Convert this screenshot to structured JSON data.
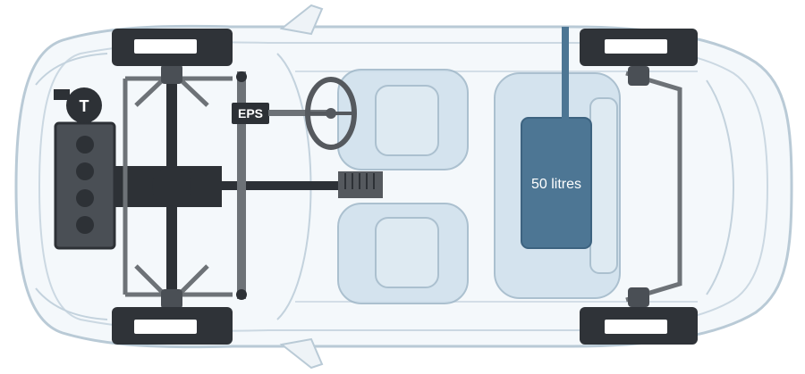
{
  "diagram": {
    "labels": {
      "eps": "EPS",
      "tank": "50 litres",
      "turbo": "T"
    },
    "colors": {
      "body_outline": "#b9cad6",
      "body_fill": "#f4f8fb",
      "drivetrain": "#2d3136",
      "drivetrain_mid": "#4a4f55",
      "seat_fill": "#cfe0ec",
      "seat_stroke": "#9fb7c8",
      "tank_fill": "#4d7694",
      "steering": "#55595e",
      "suspension": "#6d7277",
      "tire": "#2f3338"
    },
    "icons": [
      "turbo-icon",
      "steering-wheel-icon"
    ]
  }
}
